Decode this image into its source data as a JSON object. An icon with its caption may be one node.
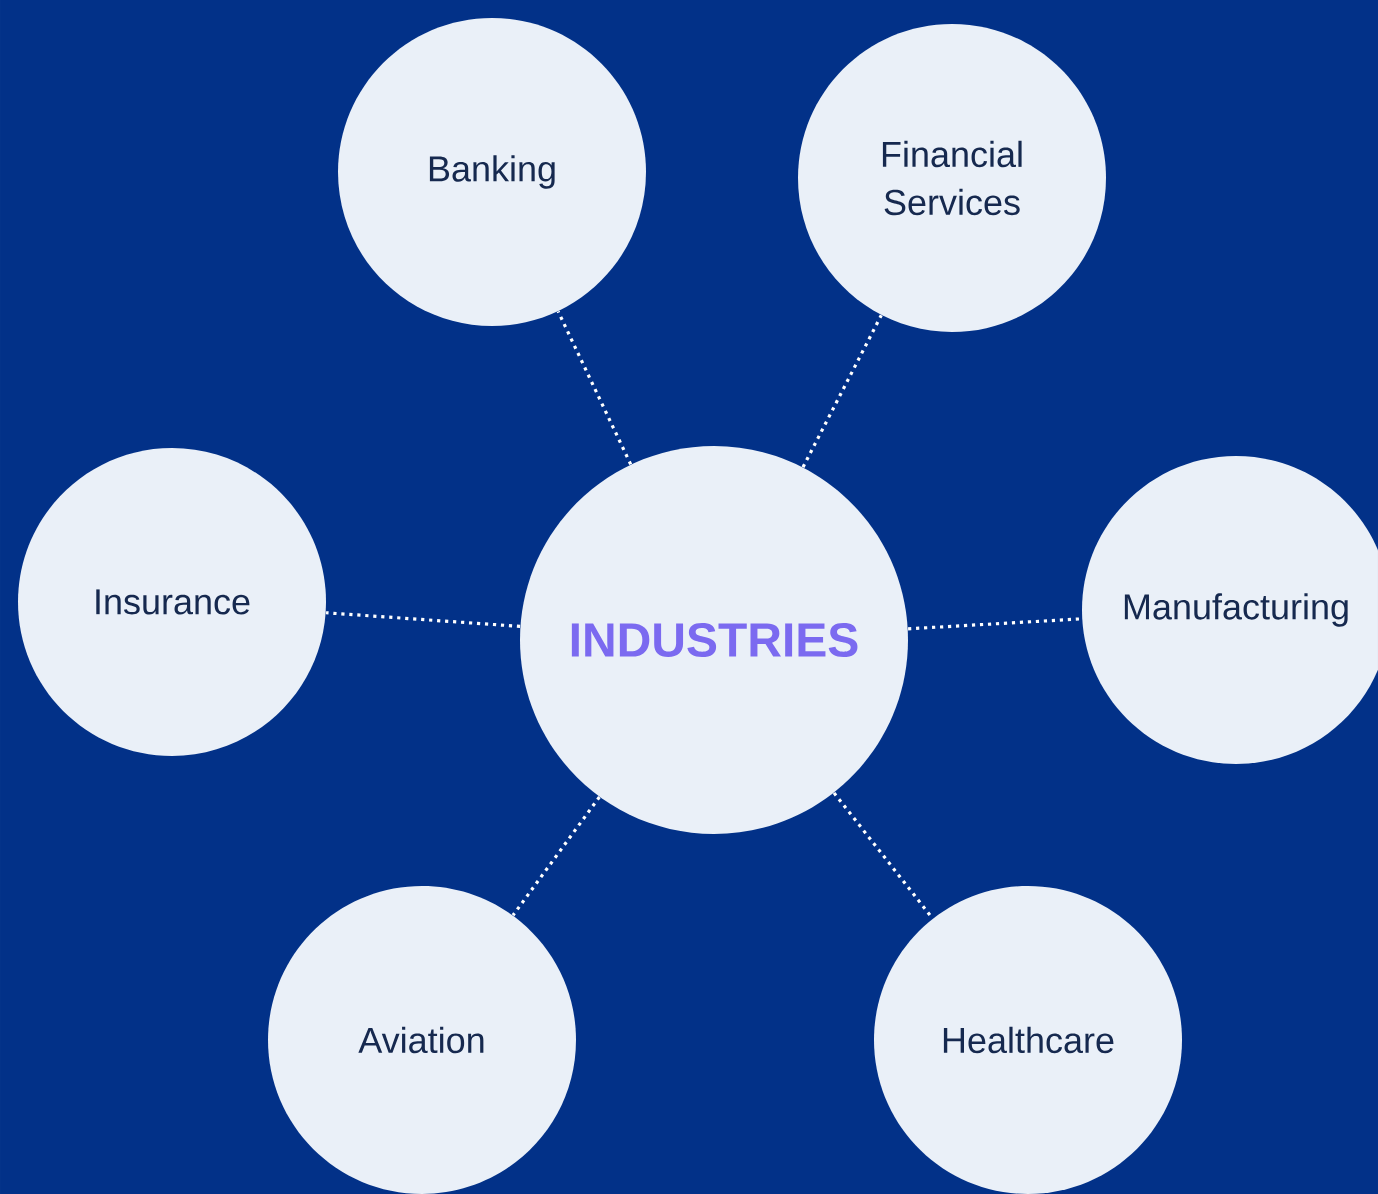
{
  "diagram": {
    "nodes": [
      {
        "text": [
          "INDUSTRIES"
        ]
      },
      {
        "text": [
          "Banking"
        ]
      },
      {
        "text": [
          "Financial Services"
        ]
      },
      {
        "text": [
          "Insurance"
        ]
      },
      {
        "text": [
          "Manufacturing"
        ]
      },
      {
        "text": [
          "Aviation"
        ]
      },
      {
        "text": [
          "Healthcare"
        ]
      }
    ],
    "edges": [
      {
        "from": 0,
        "to": 1,
        "arrow": "none"
      },
      {
        "from": 0,
        "to": 2,
        "arrow": "none"
      },
      {
        "from": 0,
        "to": 3,
        "arrow": "none"
      },
      {
        "from": 0,
        "to": 4,
        "arrow": "none"
      },
      {
        "from": 0,
        "to": 5,
        "arrow": "none"
      },
      {
        "from": 0,
        "to": 6,
        "arrow": "none"
      }
    ]
  }
}
